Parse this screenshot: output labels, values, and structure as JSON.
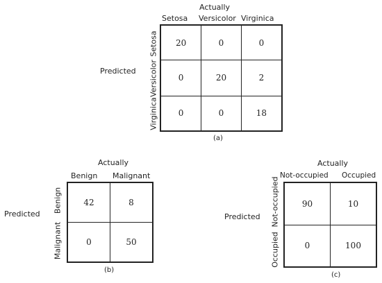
{
  "matrix_a": {
    "top_label": "Actually",
    "side_label": "Predicted",
    "columns": [
      "Setosa",
      "Versicolor",
      "Virginica"
    ],
    "rows": [
      "Setosa",
      "Versicolor",
      "Virginica"
    ],
    "cells": [
      [
        "20",
        "0",
        "0"
      ],
      [
        "0",
        "20",
        "2"
      ],
      [
        "0",
        "0",
        "18"
      ]
    ],
    "caption": "(a)"
  },
  "matrix_b": {
    "top_label": "Actually",
    "side_label": "Predicted",
    "columns": [
      "Benign",
      "Malignant"
    ],
    "rows": [
      "Benign",
      "Malignant"
    ],
    "cells": [
      [
        "42",
        "8"
      ],
      [
        "0",
        "50"
      ]
    ],
    "caption": "(b)"
  },
  "matrix_c": {
    "top_label": "Actually",
    "side_label": "Predicted",
    "columns": [
      "Not-occupied",
      "Occupied"
    ],
    "rows": [
      "Not-occupied",
      "Occupied"
    ],
    "cells": [
      [
        "90",
        "10"
      ],
      [
        "0",
        "100"
      ]
    ],
    "caption": "(c)"
  }
}
